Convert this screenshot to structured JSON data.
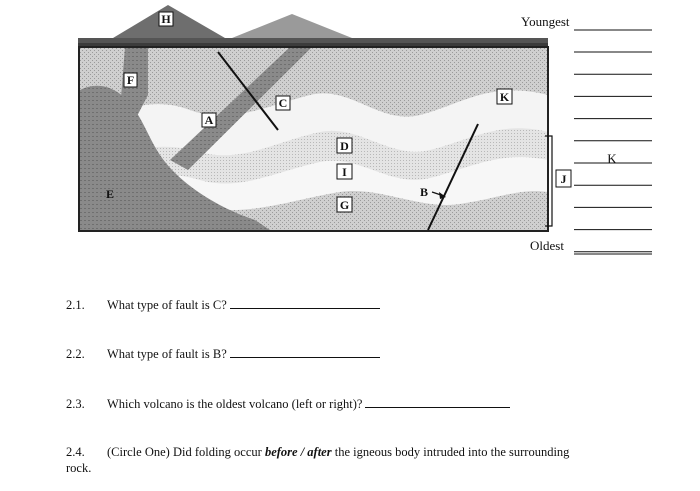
{
  "diagram": {
    "labels": {
      "H": "H",
      "F": "F",
      "A": "A",
      "C": "C",
      "D": "D",
      "I": "I",
      "G": "G",
      "E": "E",
      "B": "B",
      "K": "K",
      "J": "J"
    },
    "legend": {
      "top_label": "Youngest",
      "bottom_label": "Oldest",
      "filled_entry": "K",
      "blank_line_count": 11
    }
  },
  "questions": [
    {
      "number": "2.1.",
      "text": "What type of fault is C?"
    },
    {
      "number": "2.2.",
      "text": "What type of fault is B?"
    },
    {
      "number": "2.3.",
      "text": "Which volcano is the oldest volcano (left or right)?"
    }
  ],
  "question4": {
    "number": "2.4.",
    "prefix": "(Circle One) Did folding occur",
    "before": "before",
    "separator": " / ",
    "after": "after",
    "suffix": "the igneous body intruded into the surrounding",
    "wrap": "rock."
  }
}
